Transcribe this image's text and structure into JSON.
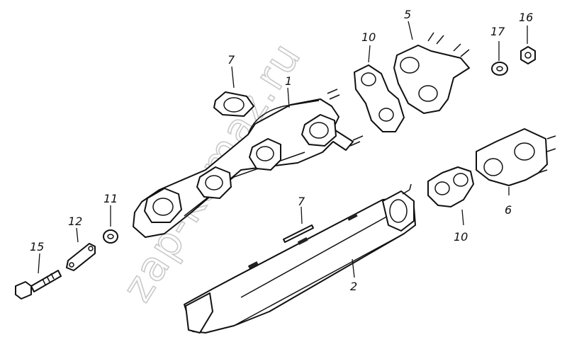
{
  "watermark": "zap-kamaz.ru",
  "callouts": {
    "manifold": "1",
    "pipe": "2",
    "elbow_5": "5",
    "elbow_6": "6",
    "gasket_7_top": "7",
    "gasket_7_mid": "7",
    "gasket_10_top": "10",
    "gasket_10_bottom": "10",
    "spacer": "11",
    "plate": "12",
    "bolt": "15",
    "nut": "16",
    "washer": "17"
  }
}
